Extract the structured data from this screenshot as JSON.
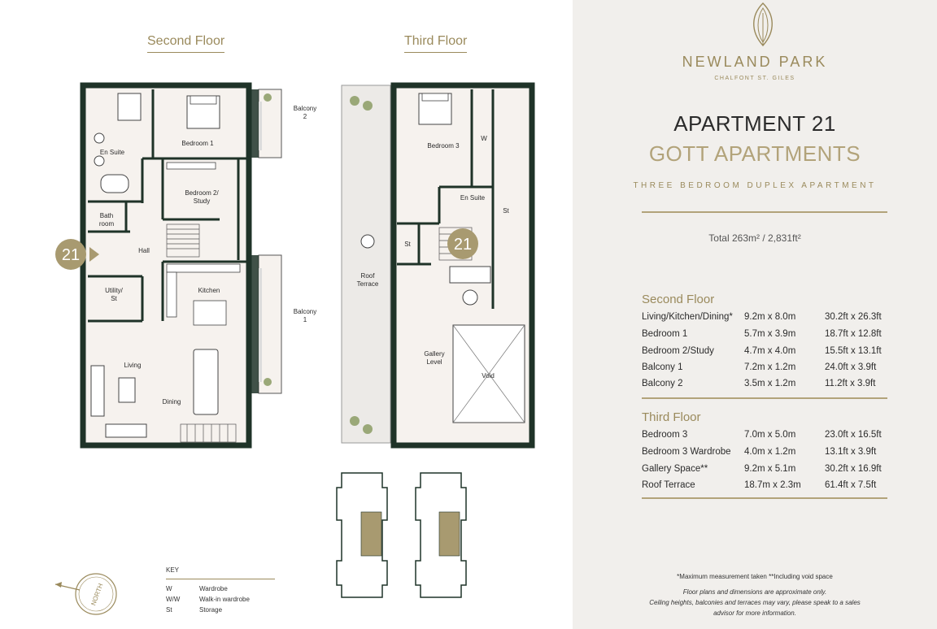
{
  "plans": {
    "second_floor_title": "Second Floor",
    "third_floor_title": "Third Floor",
    "apartment_marker": "21",
    "second_floor_rooms": {
      "en_suite": "En Suite",
      "bedroom1": "Bedroom 1",
      "bedroom2_line1": "Bedroom 2/",
      "bedroom2_line2": "Study",
      "bath_line1": "Bath",
      "bath_line2": "room",
      "hall": "Hall",
      "utility_line1": "Utility/",
      "utility_line2": "St",
      "kitchen": "Kitchen",
      "living": "Living",
      "dining": "Dining",
      "balcony2_line1": "Balcony",
      "balcony2_line2": "2",
      "balcony1_line1": "Balcony",
      "balcony1_line2": "1"
    },
    "third_floor_rooms": {
      "bedroom3": "Bedroom 3",
      "wardrobe": "W",
      "en_suite": "En Suite",
      "storage_right": "St",
      "storage_left": "St",
      "roof_terrace_line1": "Roof",
      "roof_terrace_line2": "Terrace",
      "gallery_line1": "Gallery",
      "gallery_line2": "Level",
      "void": "Void"
    },
    "compass_label": "NORTH"
  },
  "key": {
    "title": "KEY",
    "rows": [
      {
        "abbr": "W",
        "meaning": "Wardrobe"
      },
      {
        "abbr": "W/W",
        "meaning": "Walk-in wardrobe"
      },
      {
        "abbr": "St",
        "meaning": "Storage"
      }
    ]
  },
  "brand": {
    "name": "NEWLAND PARK",
    "location": "CHALFONT ST. GILES"
  },
  "apartment": {
    "title": "APARTMENT 21",
    "building": "GOTT APARTMENTS",
    "type": "THREE BEDROOM DUPLEX APARTMENT",
    "total": "Total 263m² / 2,831ft²"
  },
  "second_floor": {
    "title": "Second Floor",
    "rows": [
      {
        "room": "Living/Kitchen/Dining*",
        "metric": "9.2m x 8.0m",
        "imperial": "30.2ft x 26.3ft"
      },
      {
        "room": "Bedroom 1",
        "metric": "5.7m x 3.9m",
        "imperial": "18.7ft x 12.8ft"
      },
      {
        "room": "Bedroom 2/Study",
        "metric": "4.7m x 4.0m",
        "imperial": "15.5ft x 13.1ft"
      },
      {
        "room": "Balcony 1",
        "metric": "7.2m x 1.2m",
        "imperial": "24.0ft x 3.9ft"
      },
      {
        "room": "Balcony 2",
        "metric": "3.5m x 1.2m",
        "imperial": "11.2ft x 3.9ft"
      }
    ]
  },
  "third_floor": {
    "title": "Third Floor",
    "rows": [
      {
        "room": "Bedroom 3",
        "metric": "7.0m x 5.0m",
        "imperial": "23.0ft x 16.5ft"
      },
      {
        "room": "Bedroom 3 Wardrobe",
        "metric": "4.0m x 1.2m",
        "imperial": "13.1ft x 3.9ft"
      },
      {
        "room": "Gallery Space**",
        "metric": "9.2m x 5.1m",
        "imperial": "30.2ft x 16.9ft"
      },
      {
        "room": "Roof Terrace",
        "metric": "18.7m x 2.3m",
        "imperial": "61.4ft x 7.5ft"
      }
    ]
  },
  "footnotes": {
    "measurement": "*Maximum measurement taken  **Including void space",
    "line1": "Floor plans and dimensions are approximate only.",
    "line2": "Ceiling heights, balconies and terraces may vary, please speak to a sales",
    "line3": "advisor for more information."
  },
  "colors": {
    "wall": "#1f3328",
    "floor": "#f6f2ee",
    "gold": "#9a8a5c",
    "marker": "#a89a70",
    "panel": "#f1efec"
  }
}
